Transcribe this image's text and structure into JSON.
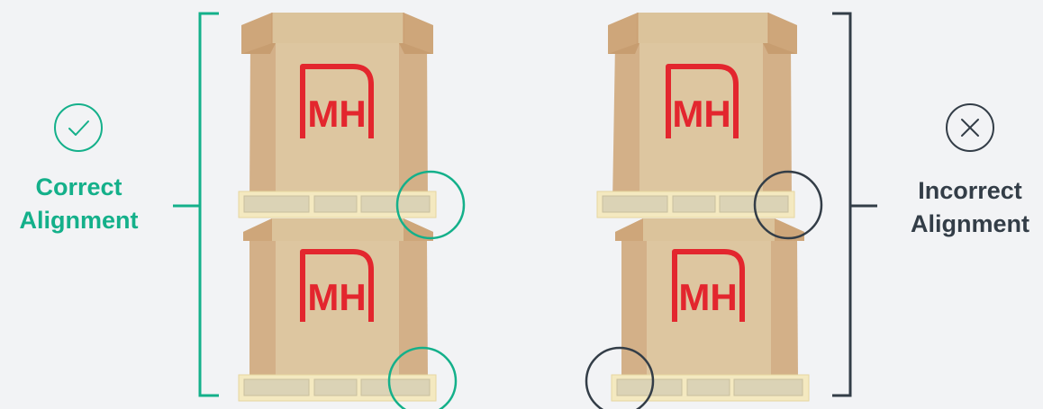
{
  "colors": {
    "background": "#f2f3f5",
    "correct": "#14b08a",
    "incorrect": "#333d47",
    "box_front": "#ddc6a0",
    "box_side": "#d3b088",
    "box_flap": "#dbc39b",
    "box_flap_side": "#cea67a",
    "pallet": "#f4e9c0",
    "pallet_board": "#dbd3b6",
    "logo_red": "#e3262e"
  },
  "icons": {
    "correct": "check-circle-icon",
    "incorrect": "x-circle-icon"
  },
  "labels": {
    "correct_line1": "Correct",
    "correct_line2": "Alignment",
    "incorrect_line1": "Incorrect",
    "incorrect_line2": "Alignment"
  },
  "logo_text": "MH"
}
